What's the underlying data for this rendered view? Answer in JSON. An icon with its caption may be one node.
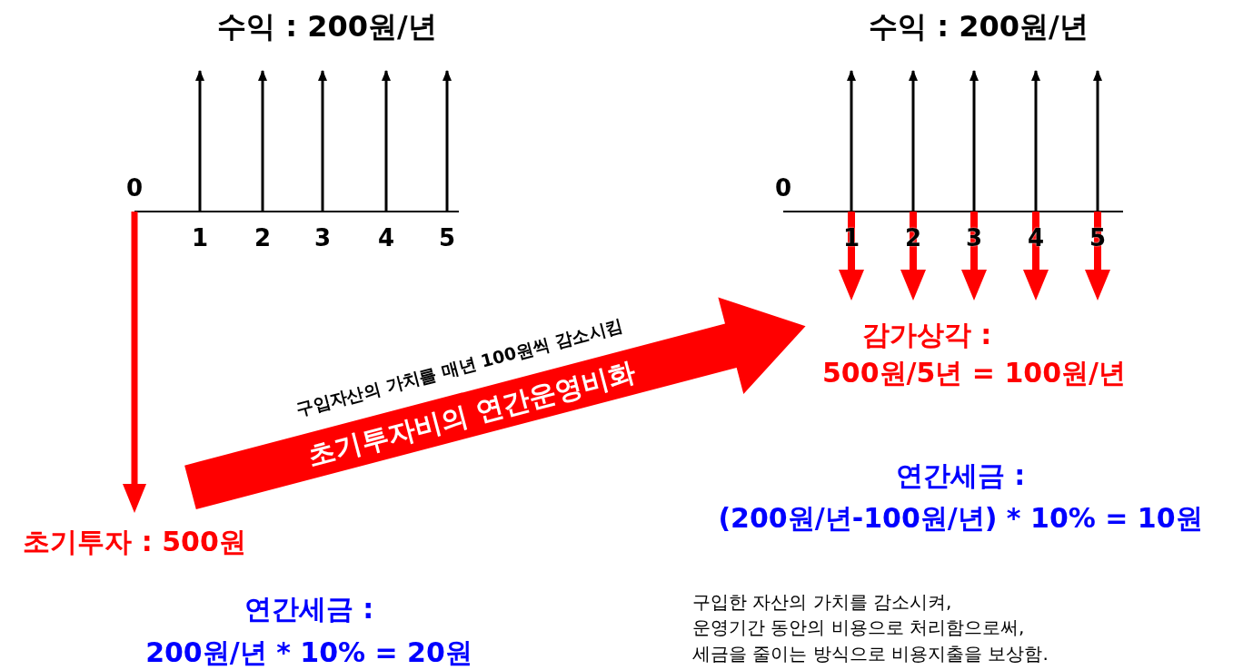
{
  "diagram": {
    "nodes": [
      {
        "text": [
          "초기투자비의 연간운영비화"
        ],
        "beside": [
          "구입자산의 가치를 매년 100원씩 감소시킴"
        ]
      }
    ],
    "labels": [
      "수익 : 200원/년",
      "수익 : 200원/년",
      "0",
      "1",
      "2",
      "3",
      "4",
      "5",
      "0",
      "1",
      "2",
      "3",
      "4",
      "5",
      "감가상각 :",
      "500원/5년 = 100원/년",
      "연간세금 :",
      "(200원/년-100원/년) * 10% = 10원",
      "초기투자 : 500원",
      "연간세금 :",
      "200원/년 * 10% = 20원",
      "구입한 자산의 가치를 감소시켜,",
      "운영기간 동안의 비용으로 처리함으로써,",
      "세금을 줄이는 방식으로 비용지출을 보상함."
    ]
  }
}
